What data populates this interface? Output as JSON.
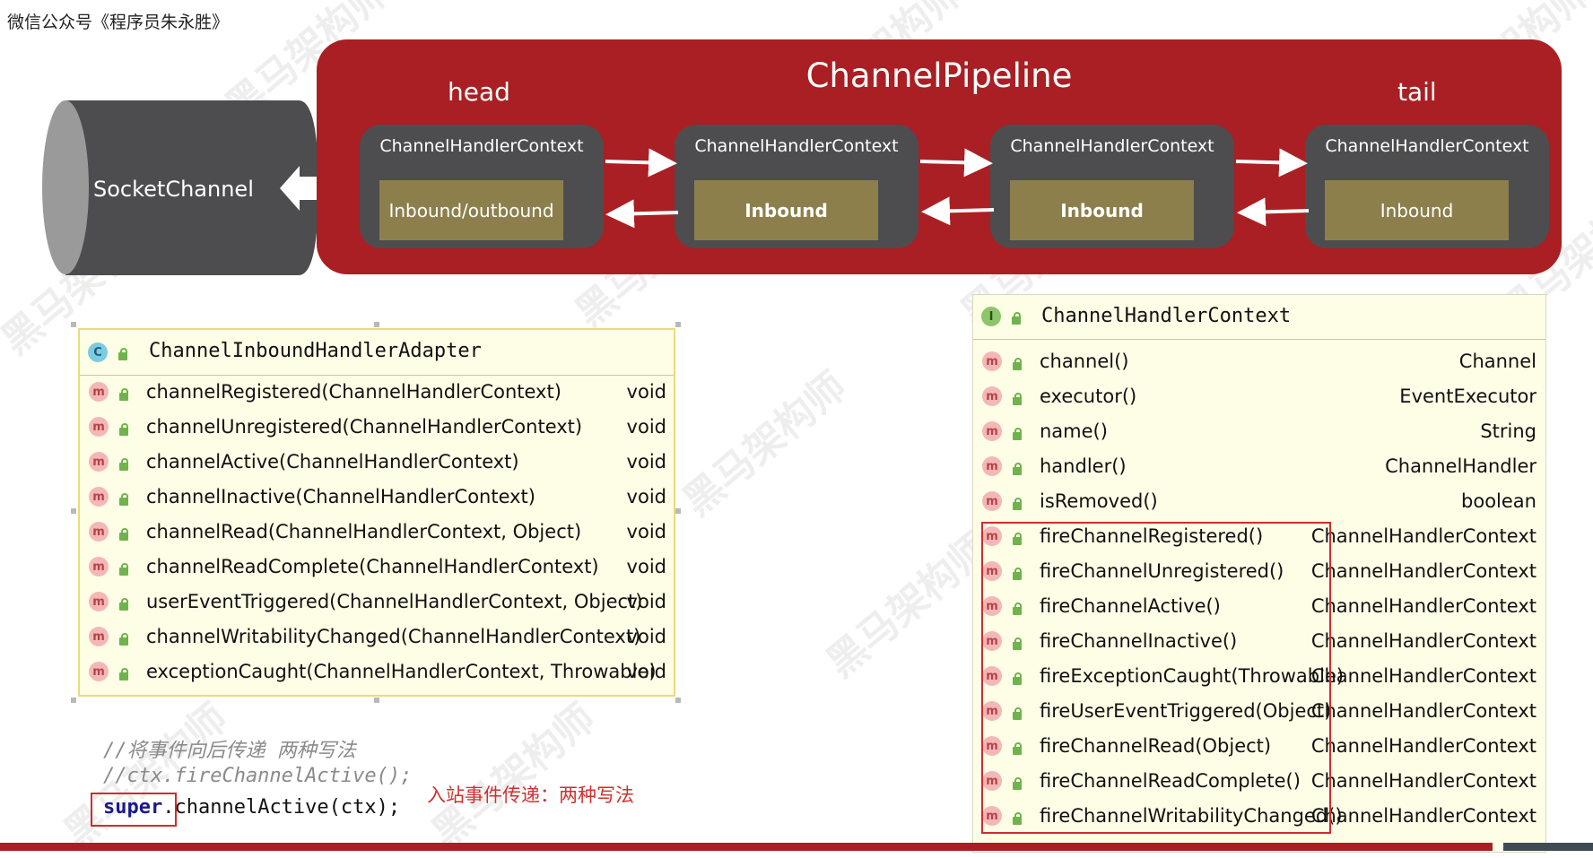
{
  "watermark_caption": "微信公众号《程序员朱永胜》",
  "watermark_stamp": "黑马架构师",
  "pipeline": {
    "title": "ChannelPipeline",
    "head_label": "head",
    "tail_label": "tail",
    "socket_label": "SocketChannel",
    "contexts": [
      {
        "title": "ChannelHandlerContext",
        "handler": "Inbound/outbound"
      },
      {
        "title": "ChannelHandlerContext",
        "handler": "Inbound"
      },
      {
        "title": "ChannelHandlerContext",
        "handler": "Inbound"
      },
      {
        "title": "ChannelHandlerContext",
        "handler": "Inbound"
      }
    ],
    "colors": {
      "pipeline": "#aa1f23",
      "context": "#4d4d4f",
      "handler": "#8c7f4c"
    }
  },
  "inbound_adapter": {
    "badge": "C",
    "title": "ChannelInboundHandlerAdapter",
    "methods": [
      {
        "badge": "m",
        "name": "channelRegistered(ChannelHandlerContext)",
        "ret": "void"
      },
      {
        "badge": "m",
        "name": "channelUnregistered(ChannelHandlerContext)",
        "ret": "void"
      },
      {
        "badge": "m",
        "name": "channelActive(ChannelHandlerContext)",
        "ret": "void"
      },
      {
        "badge": "m",
        "name": "channelInactive(ChannelHandlerContext)",
        "ret": "void"
      },
      {
        "badge": "m",
        "name": "channelRead(ChannelHandlerContext, Object)",
        "ret": "void"
      },
      {
        "badge": "m",
        "name": "channelReadComplete(ChannelHandlerContext)",
        "ret": "void"
      },
      {
        "badge": "m",
        "name": "userEventTriggered(ChannelHandlerContext, Object)",
        "ret": "void"
      },
      {
        "badge": "m",
        "name": "channelWritabilityChanged(ChannelHandlerContext)",
        "ret": "void"
      },
      {
        "badge": "m",
        "name": "exceptionCaught(ChannelHandlerContext, Throwable)",
        "ret": "void"
      }
    ]
  },
  "handler_context": {
    "badge": "I",
    "title": "ChannelHandlerContext",
    "methods": [
      {
        "badge": "m",
        "name": "channel()",
        "ret": "Channel"
      },
      {
        "badge": "m",
        "name": "executor()",
        "ret": "EventExecutor"
      },
      {
        "badge": "m",
        "name": "name()",
        "ret": "String"
      },
      {
        "badge": "m",
        "name": "handler()",
        "ret": "ChannelHandler"
      },
      {
        "badge": "m",
        "name": "isRemoved()",
        "ret": "boolean"
      },
      {
        "badge": "m",
        "name": "fireChannelRegistered()",
        "ret": "ChannelHandlerContext"
      },
      {
        "badge": "m",
        "name": "fireChannelUnregistered()",
        "ret": "ChannelHandlerContext"
      },
      {
        "badge": "m",
        "name": "fireChannelActive()",
        "ret": "ChannelHandlerContext"
      },
      {
        "badge": "m",
        "name": "fireChannelInactive()",
        "ret": "ChannelHandlerContext"
      },
      {
        "badge": "m",
        "name": "fireExceptionCaught(Throwable)",
        "ret": "ChannelHandlerContext"
      },
      {
        "badge": "m",
        "name": "fireUserEventTriggered(Object)",
        "ret": "ChannelHandlerContext"
      },
      {
        "badge": "m",
        "name": "fireChannelRead(Object)",
        "ret": "ChannelHandlerContext"
      },
      {
        "badge": "m",
        "name": "fireChannelReadComplete()",
        "ret": "ChannelHandlerContext"
      },
      {
        "badge": "m",
        "name": "fireChannelWritabilityChanged()",
        "ret": "ChannelHandlerContext"
      }
    ]
  },
  "code": {
    "comment1": "//将事件向后传递 两种写法",
    "comment2": "//ctx.fireChannelActive();",
    "line3_super": "super",
    "line3_rest": ".channelActive(ctx);",
    "note": "入站事件传递：两种写法"
  }
}
